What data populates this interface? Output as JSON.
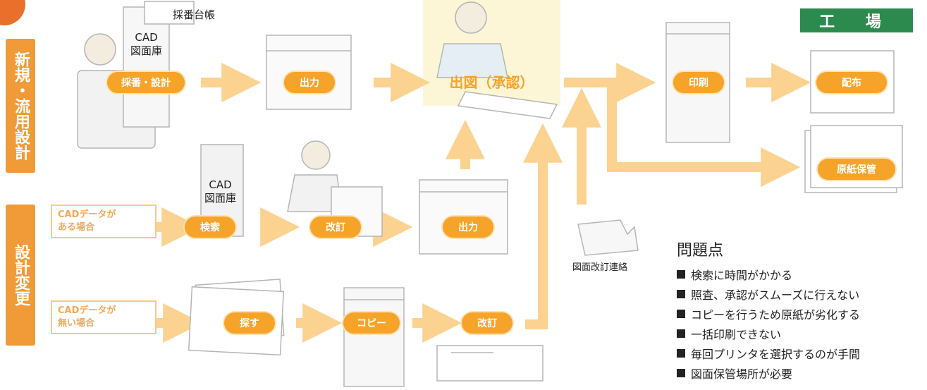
{
  "sidebar": {
    "new_design": "新規・流用設計",
    "design_change": "設計変更"
  },
  "ledger": "採番台帳",
  "cad_library_1": "CAD\n図面庫",
  "cad_library_2": "CAD\n図面庫",
  "steps": {
    "number_design": "採番・設計",
    "output_top": "出力",
    "approval": "出図（承認）",
    "print": "印刷",
    "distribute": "配布",
    "archive": "原紙保管",
    "search": "検索",
    "revise": "改訂",
    "output_mid": "出力",
    "find": "探す",
    "copy": "コピー",
    "revise_bottom": "改訂"
  },
  "cases": {
    "with_cad": "CADデータが\nある場合",
    "without_cad": "CADデータが\n無い場合"
  },
  "revision_notice": "図面改訂連絡",
  "factory": "工 場",
  "problems": {
    "title": "問題点",
    "items": [
      "検索に時間がかかる",
      "照査、承認がスムーズに行えない",
      "コピーを行うため原紙が劣化する",
      "一括印刷できない",
      "毎回プリンタを選択するのが手間",
      "図面保管場所が必要"
    ]
  },
  "colors": {
    "arrow": "#fbd28f",
    "pill": "#f6a32a",
    "sidebar": "#f09a38",
    "factory": "#2d8a4e"
  }
}
